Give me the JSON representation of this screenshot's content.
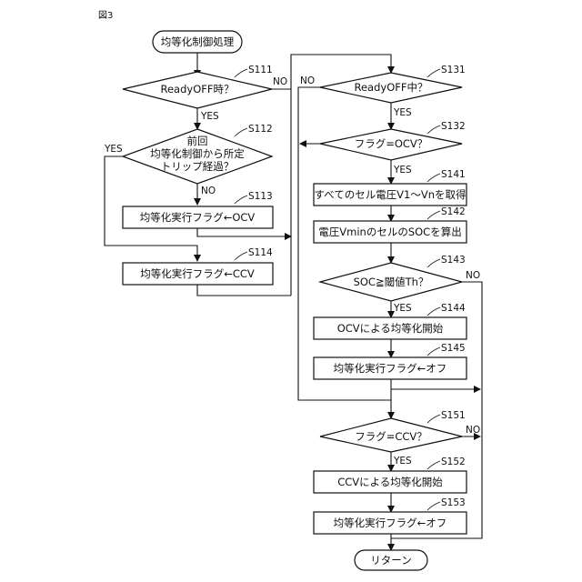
{
  "figure_label": "図3",
  "start": "均等化制御処理",
  "end": "リターン",
  "steps": {
    "S111": "ReadyOFF時？",
    "S112": [
      "前回",
      "均等化制御から所定",
      "トリップ経過？"
    ],
    "S113": "均等化実行フラグ←OCV",
    "S114": "均等化実行フラグ←CCV",
    "S131": "ReadyOFF中？",
    "S132": "フラグ=OCV？",
    "S141": "すべてのセル電圧V1～Vnを取得",
    "S142": "電圧VminのセルのSOCを算出",
    "S143": "SOC≧閾値Th？",
    "S144": "OCVによる均等化開始",
    "S145": "均等化実行フラグ←オフ",
    "S151": "フラグ=CCV？",
    "S152": "CCVによる均等化開始",
    "S153": "均等化実行フラグ←オフ"
  },
  "step_ids": [
    "S111",
    "S112",
    "S113",
    "S114",
    "S131",
    "S132",
    "S141",
    "S142",
    "S143",
    "S144",
    "S145",
    "S151",
    "S152",
    "S153"
  ],
  "branch": {
    "yes": "YES",
    "no": "NO"
  }
}
